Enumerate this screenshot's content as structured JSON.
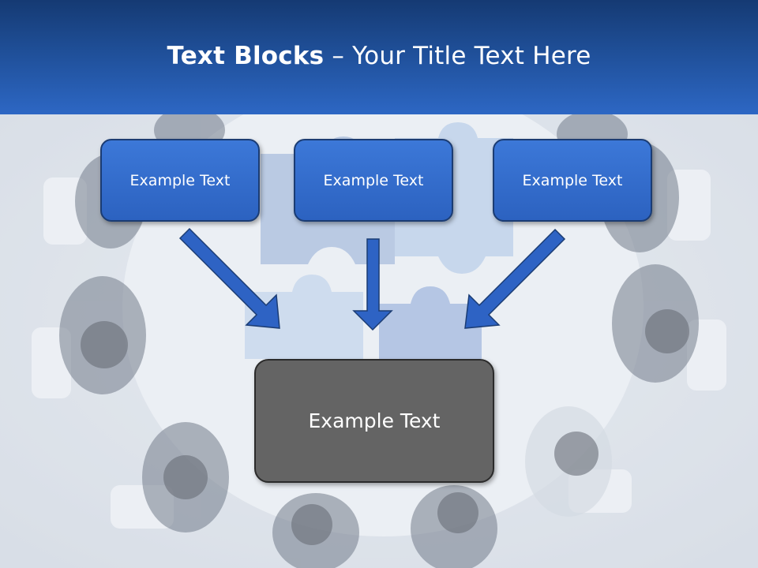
{
  "header": {
    "title_bold": "Text Blocks",
    "title_rest": " – Your Title Text Here"
  },
  "blocks": [
    {
      "label": "Example Text"
    },
    {
      "label": "Example Text"
    },
    {
      "label": "Example Text"
    }
  ],
  "center_block": {
    "label": "Example Text"
  },
  "colors": {
    "header_top": "#153a73",
    "header_bottom": "#2d67c4",
    "block_blue": "#3269c8",
    "block_border": "#1b3c73",
    "center_gray": "#646464",
    "text": "#ffffff"
  }
}
